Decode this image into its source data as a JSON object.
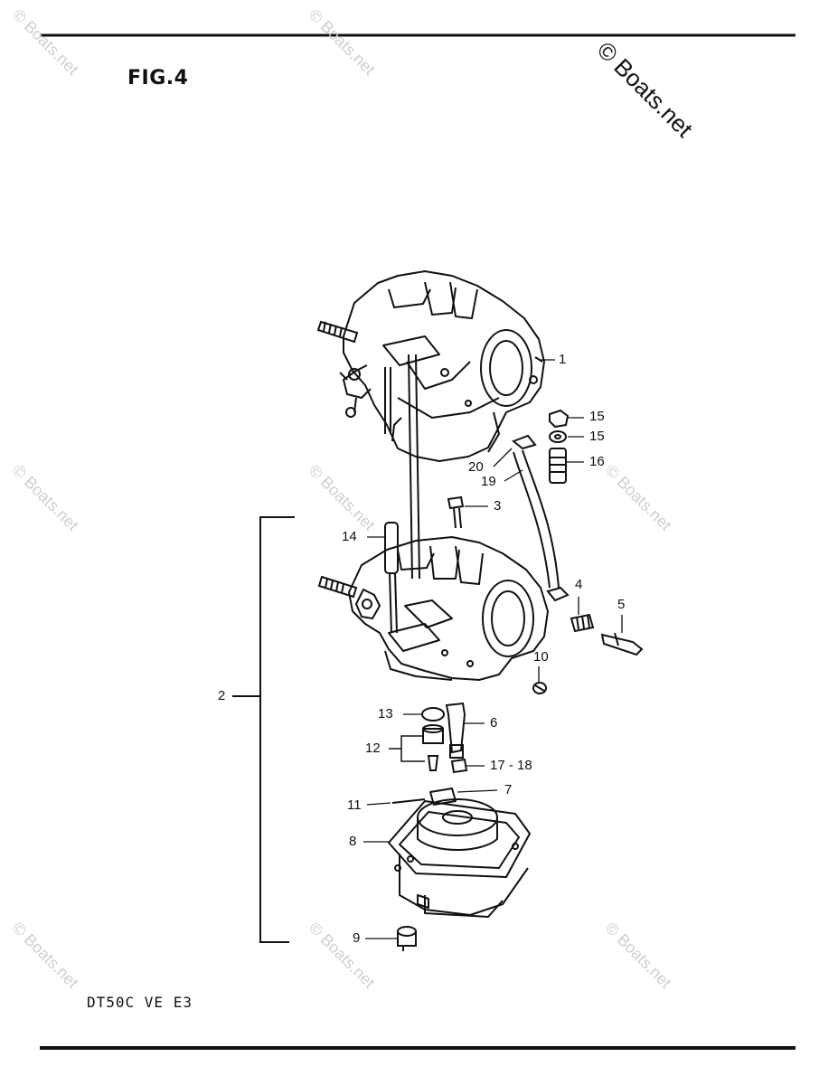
{
  "figure": {
    "title": "FIG.4",
    "copyright": "© Boats.net",
    "model_code": "DT50C VE E3"
  },
  "watermark": {
    "text": "© Boats.net"
  },
  "callouts": [
    {
      "id": "1",
      "label": "1"
    },
    {
      "id": "2",
      "label": "2"
    },
    {
      "id": "3",
      "label": "3"
    },
    {
      "id": "4",
      "label": "4"
    },
    {
      "id": "5",
      "label": "5"
    },
    {
      "id": "6",
      "label": "6"
    },
    {
      "id": "7",
      "label": "7"
    },
    {
      "id": "8",
      "label": "8"
    },
    {
      "id": "9",
      "label": "9"
    },
    {
      "id": "10",
      "label": "10"
    },
    {
      "id": "11",
      "label": "11"
    },
    {
      "id": "12",
      "label": "12"
    },
    {
      "id": "13",
      "label": "13"
    },
    {
      "id": "14",
      "label": "14"
    },
    {
      "id": "15a",
      "label": "15"
    },
    {
      "id": "15b",
      "label": "15"
    },
    {
      "id": "16",
      "label": "16"
    },
    {
      "id": "17-18",
      "label": "17 - 18"
    },
    {
      "id": "19",
      "label": "19"
    },
    {
      "id": "20",
      "label": "20"
    }
  ]
}
